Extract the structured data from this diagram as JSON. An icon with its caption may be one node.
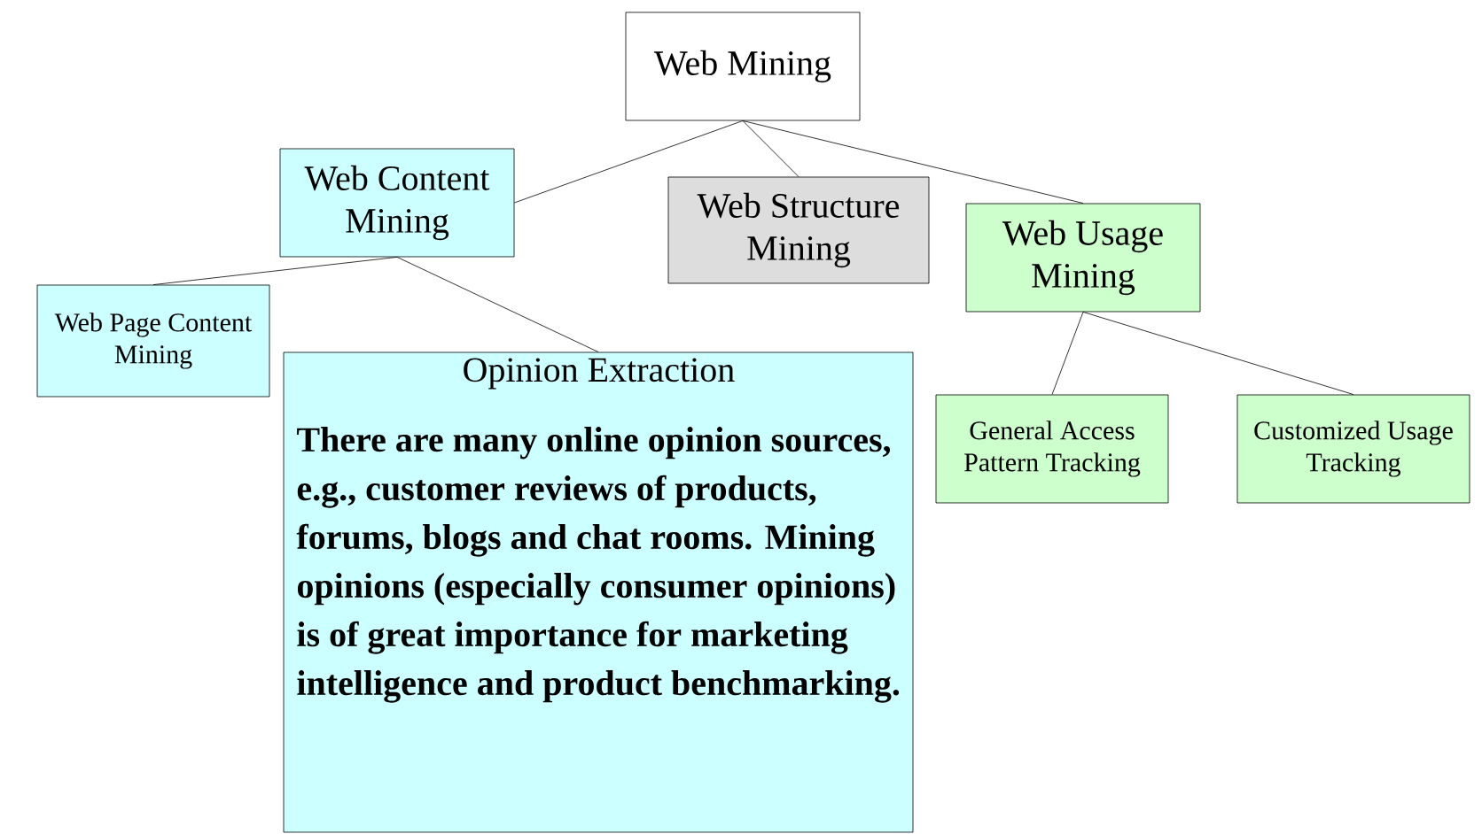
{
  "diagram": {
    "nodes": [
      {
        "text": [
          "Web Mining"
        ]
      },
      {
        "text": [
          "Web Content Mining"
        ]
      },
      {
        "text": [
          "Web Structure Mining"
        ]
      },
      {
        "text": [
          "Web Usage Mining"
        ]
      },
      {
        "text": [
          "Web Page Content Mining"
        ]
      },
      {
        "text": [
          "Opinion Extraction",
          "There are many online opinion sources, e.g., customer reviews of products, forums, blogs and chat rooms. Mining opinions (especially consumer opinions) is of great importance for marketing intelligence and product benchmarking."
        ]
      },
      {
        "text": [
          "General Access Pattern Tracking"
        ]
      },
      {
        "text": [
          "Customized Usage Tracking"
        ]
      }
    ],
    "edges": [
      {
        "from": 0,
        "to": 1,
        "arrow": "none"
      },
      {
        "from": 0,
        "to": 2,
        "arrow": "none"
      },
      {
        "from": 0,
        "to": 3,
        "arrow": "none"
      },
      {
        "from": 1,
        "to": 4,
        "arrow": "none"
      },
      {
        "from": 1,
        "to": 5,
        "arrow": "none"
      },
      {
        "from": 3,
        "to": 6,
        "arrow": "none"
      },
      {
        "from": 3,
        "to": 7,
        "arrow": "none"
      }
    ]
  }
}
